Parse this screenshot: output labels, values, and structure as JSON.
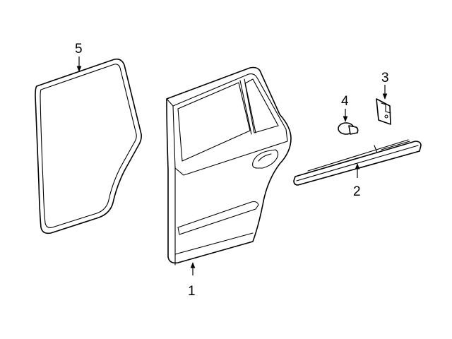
{
  "colors": {
    "line": "#000000",
    "background": "#ffffff"
  },
  "callouts": [
    {
      "id": "1",
      "label": "1",
      "part": "rear-door-shell"
    },
    {
      "id": "2",
      "label": "2",
      "part": "belt-molding"
    },
    {
      "id": "3",
      "label": "3",
      "part": "molding-clip"
    },
    {
      "id": "4",
      "label": "4",
      "part": "retainer-pin"
    },
    {
      "id": "5",
      "label": "5",
      "part": "door-weatherstrip"
    }
  ]
}
